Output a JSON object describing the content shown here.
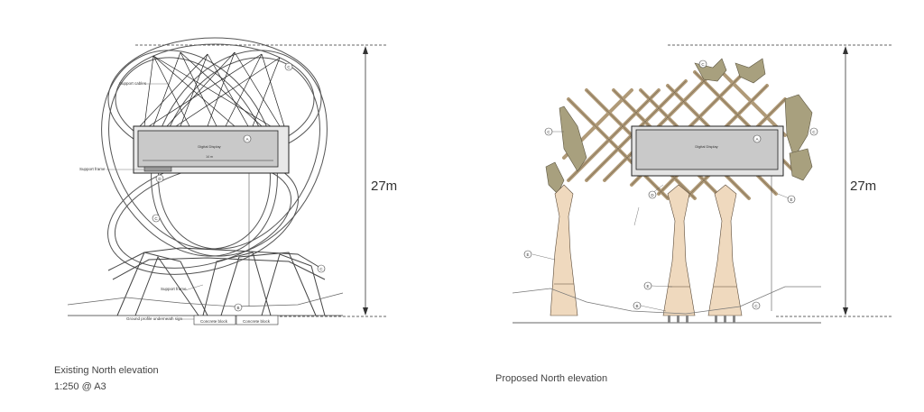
{
  "existing": {
    "title": "Existing North elevation",
    "scale": "1:250 @ A3",
    "height_label": "27m",
    "display_label": "Digital Display",
    "width_label": "14 m",
    "labels": {
      "support_cables": "Support cables",
      "support_frame_left": "Support frame",
      "support_frame_lower": "Support frame",
      "ground_profile": "Ground profile underneath sign",
      "concrete_block_1": "Concrete block",
      "concrete_block_2": "Concrete block"
    },
    "callouts": [
      "A",
      "C",
      "C",
      "C",
      "D",
      "B"
    ]
  },
  "proposed": {
    "title": "Proposed North elevation",
    "height_label": "27m",
    "display_label": "Digital Display",
    "callouts": [
      "A",
      "C",
      "C",
      "C",
      "D",
      "E",
      "E",
      "E",
      "B",
      "C"
    ]
  }
}
